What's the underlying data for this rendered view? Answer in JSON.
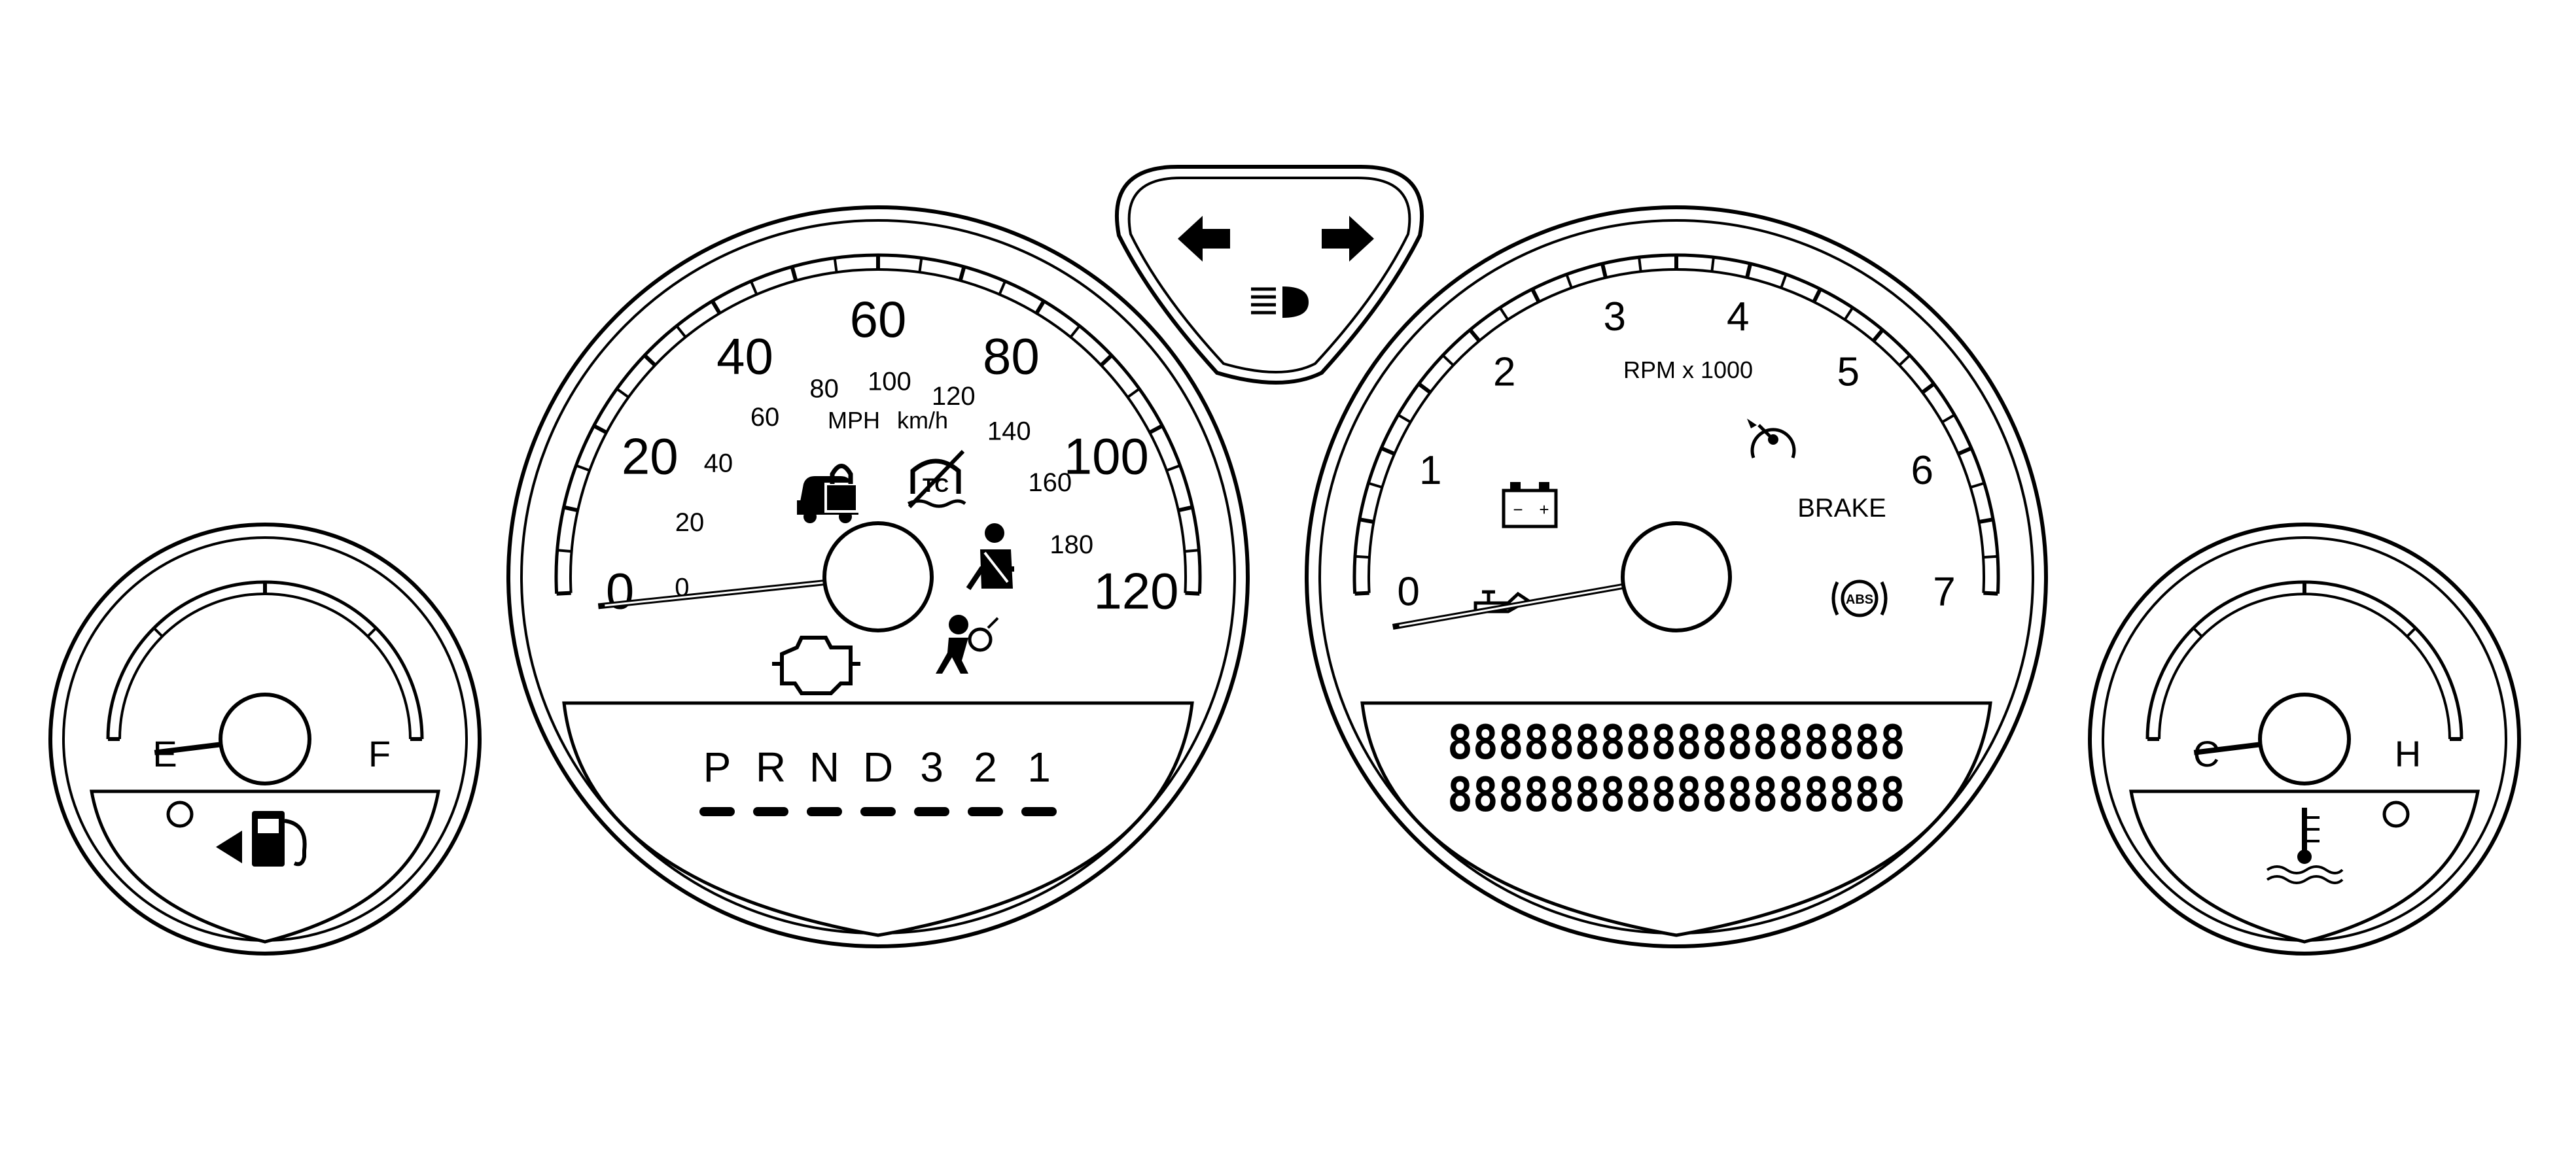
{
  "speedometer": {
    "mph_labels": [
      "0",
      "20",
      "40",
      "60",
      "80",
      "100",
      "120"
    ],
    "kmh_labels": [
      "0",
      "20",
      "40",
      "60",
      "80",
      "100",
      "120",
      "140",
      "160",
      "180"
    ],
    "unit_mph": "MPH",
    "unit_kmh": "km/h"
  },
  "tachometer": {
    "labels": [
      "0",
      "1",
      "2",
      "3",
      "4",
      "5",
      "6",
      "7"
    ],
    "unit": "RPM x 1000",
    "brake_label": "BRAKE",
    "abs_label": "ABS"
  },
  "fuel_gauge": {
    "empty_label": "E",
    "full_label": "F"
  },
  "temp_gauge": {
    "cold_label": "C",
    "hot_label": "H"
  },
  "prndl": {
    "gears": [
      "P",
      "R",
      "N",
      "D",
      "3",
      "2",
      "1"
    ]
  },
  "lcd": {
    "line1": "888888888888888888",
    "line2": "888888888888888888"
  },
  "battery": {
    "minus": "−",
    "plus": "+"
  }
}
